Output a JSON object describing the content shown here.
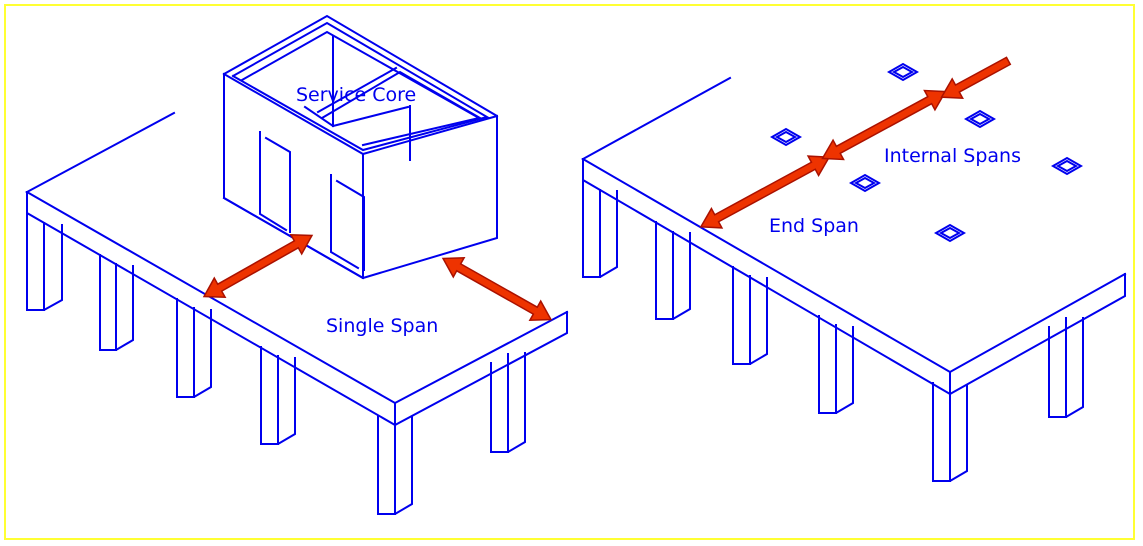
{
  "colors": {
    "frame": "#ffff33",
    "line": "#0000ee",
    "arrow_fill": "#ee3300",
    "arrow_stroke": "#aa1100"
  },
  "left_panel": {
    "core_label": "Service Core",
    "span_label": "Single Span"
  },
  "right_panel": {
    "end_span_label": "End Span",
    "internal_spans_label": "Internal Spans"
  }
}
